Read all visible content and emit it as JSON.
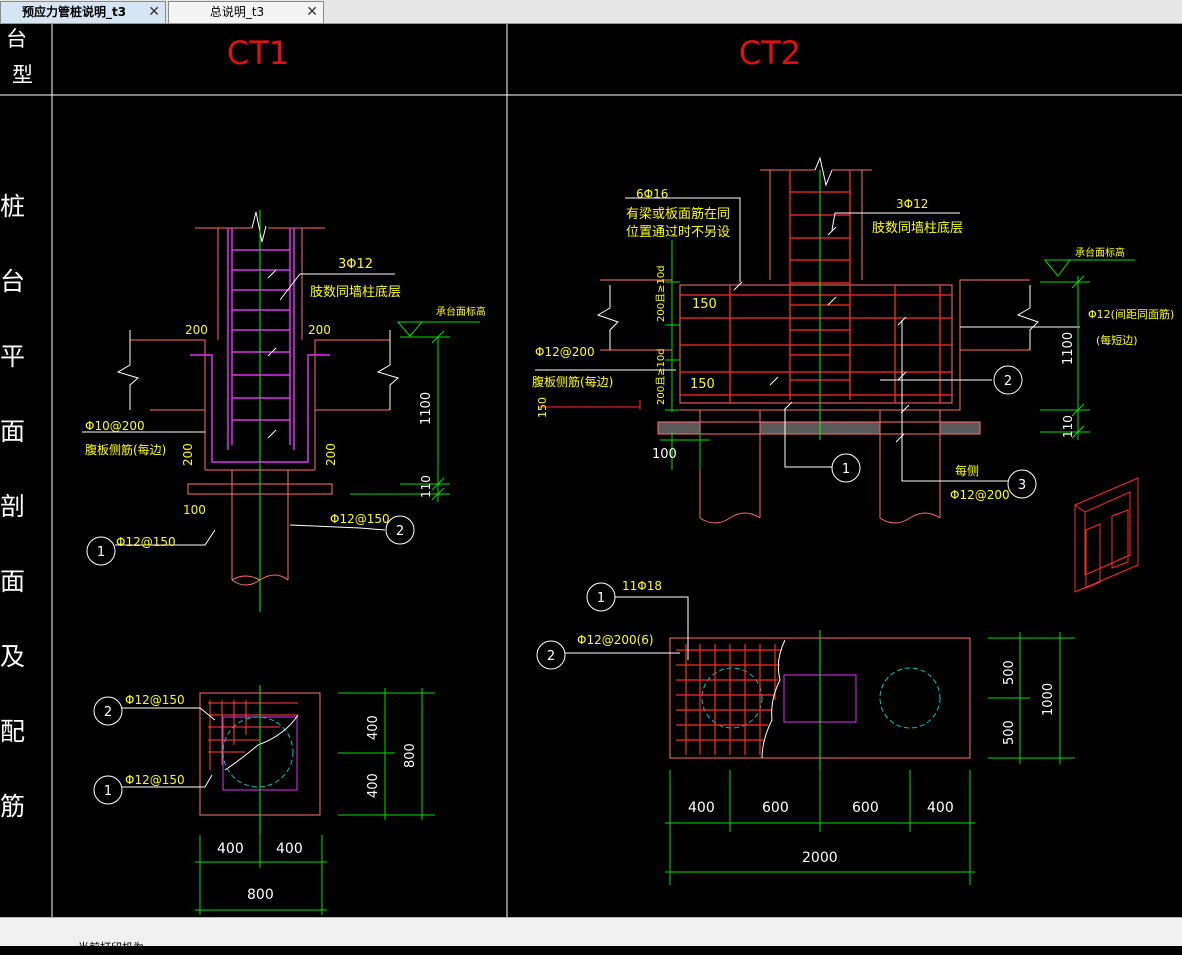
{
  "tabs": [
    {
      "label": "预应力管桩说明_t3",
      "active": true
    },
    {
      "label": "总说明_t3",
      "active": false
    }
  ],
  "close_glyph": "✕",
  "table": {
    "header_label": "台\n型",
    "row_label": "桩\n台\n平\n面\n剖\n面\n及\n配\n筋"
  },
  "ct1": {
    "title": "CT1",
    "rebar_3phi12": "3Φ12",
    "note_col_bottom": "肢数同墙柱底层",
    "cap_elev": "承台面标高",
    "dim_200_left": "200",
    "dim_200_right": "200",
    "phi10_200": "Φ10@200",
    "side_rebar": "腹板侧筋(每边)",
    "dim_1100": "1100",
    "dim_110": "110",
    "dim_200_vl": "200",
    "dim_200_vr": "200",
    "dim_100": "100",
    "phi12_150_a": "Φ12@150",
    "phi12_150_b": "Φ12@150",
    "marker_1": "1",
    "marker_2": "2",
    "plan_phi12_150_top": "Φ12@150",
    "plan_phi12_150_bot": "Φ12@150",
    "plan_marker_2": "2",
    "plan_marker_1": "1",
    "plan_400_a": "400",
    "plan_400_b": "400",
    "plan_800_v": "800",
    "plan_400_h1": "400",
    "plan_400_h2": "400",
    "plan_800_h": "800"
  },
  "ct2": {
    "title": "CT2",
    "rebar_6phi16": "6Φ16",
    "note_a1": "有梁或板面筋在同",
    "note_a2": "位置通过时不另设",
    "rebar_3phi12": "3Φ12",
    "note_col_bottom": "肢数同墙柱底层",
    "cap_elev": "承台面标高",
    "dim_150_a": "150",
    "dim_150_b": "150",
    "dim_200_d1": "200且≥10d",
    "dim_200_d2": "200且≥10d",
    "phi12_200": "Φ12@200",
    "side_rebar": "腹板侧筋(每边)",
    "dim_150_red": "150",
    "phi12_note1": "Φ12(间距同面筋)",
    "phi12_note2": "(每短边)",
    "dim_1100": "1100",
    "dim_110": "110",
    "dim_100": "100",
    "each_side": "每侧",
    "phi12_200_b": "Φ12@200",
    "marker_1": "1",
    "marker_2": "2",
    "marker_3": "3",
    "plan_11phi18": "11Φ18",
    "plan_phi12_200_6": "Φ12@200(6)",
    "plan_marker_1": "1",
    "plan_marker_2": "2",
    "plan_500_a": "500",
    "plan_500_b": "500",
    "plan_1000": "1000",
    "plan_400_l": "400",
    "plan_600_l": "600",
    "plan_600_r": "600",
    "plan_400_r": "400",
    "plan_2000": "2000"
  },
  "status": {
    "text": "当前打印机为"
  },
  "colors": {
    "title": "#e01010",
    "annot": "#ffff00",
    "dim": "#00dd00",
    "rebar": "#ff2a2a",
    "stirrup": "#dd33ee",
    "concrete": "#ff6e6e",
    "axis": "#00ff00",
    "circle": "#00c8c8",
    "frame": "#ffffff"
  }
}
